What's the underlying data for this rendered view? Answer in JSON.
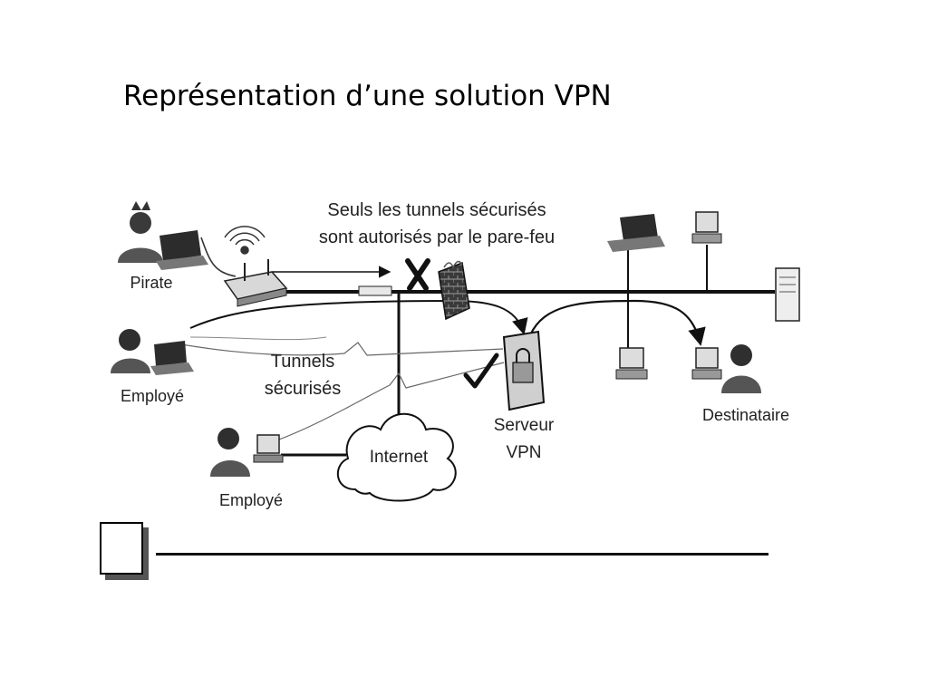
{
  "slide": {
    "title": "Représentation d’une solution VPN"
  },
  "diagram": {
    "caption": [
      "Seuls les tunnels sécurisés",
      "sont autorisés par le pare-feu"
    ],
    "nodes": {
      "pirate": "Pirate",
      "employe_1": "Employé",
      "employe_2": "Employé",
      "tunnels": [
        "Tunnels",
        "sécurisés"
      ],
      "internet": "Internet",
      "serveur_vpn": [
        "Serveur",
        "VPN"
      ],
      "destinataire": "Destinataire"
    },
    "icons": [
      "person-icon",
      "laptop-icon",
      "antenna-icon",
      "router-icon",
      "firewall-icon",
      "x-mark-icon",
      "checkmark-icon",
      "server-icon",
      "desktop-icon",
      "cloud-icon"
    ]
  }
}
